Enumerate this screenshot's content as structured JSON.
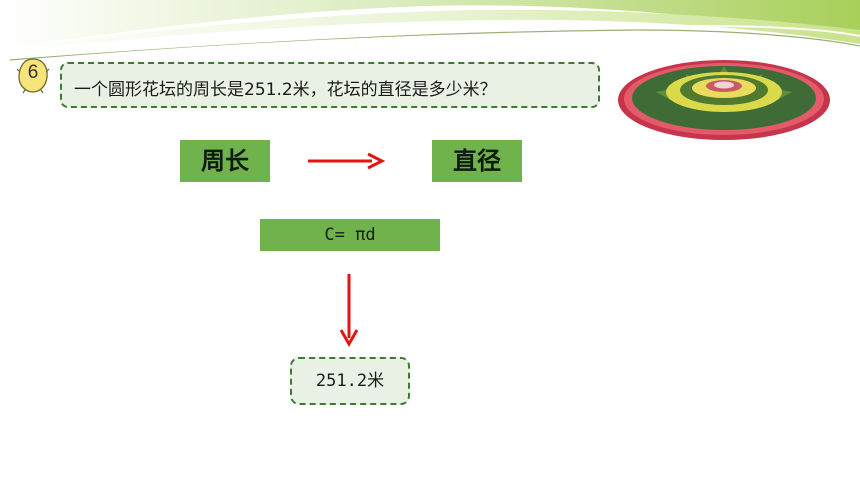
{
  "problem": {
    "number": "6",
    "text": "一个圆形花坛的周长是251.2米，花坛的直径是多少米？"
  },
  "flow": {
    "from_label": "周长",
    "to_label": "直径"
  },
  "formula": "C= πd",
  "answer_value": "251.2米",
  "colors": {
    "green_fill": "#70b24b",
    "box_border": "#3f7a33",
    "box_fill": "#e9f1e4",
    "arrow": "#e11414"
  },
  "icons": [
    "number-badge-icon",
    "flowerbed-image",
    "arrow-right-icon",
    "arrow-down-icon"
  ]
}
